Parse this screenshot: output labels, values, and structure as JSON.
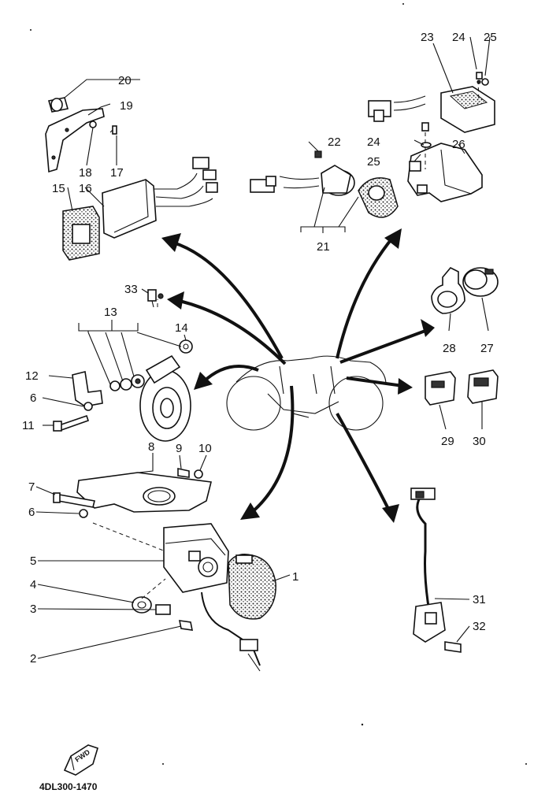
{
  "callouts": {
    "c1": "1",
    "c2": "2",
    "c3": "3",
    "c4": "4",
    "c5": "5",
    "c6a": "6",
    "c6b": "6",
    "c7": "7",
    "c8": "8",
    "c9": "9",
    "c10": "10",
    "c11": "11",
    "c12": "12",
    "c13": "13",
    "c14": "14",
    "c15": "15",
    "c16": "16",
    "c17": "17",
    "c18": "18",
    "c19": "19",
    "c20": "20",
    "c21": "21",
    "c22": "22",
    "c23": "23",
    "c24a": "24",
    "c24b": "24",
    "c25a": "25",
    "c25b": "25",
    "c26": "26",
    "c27": "27",
    "c28": "28",
    "c29": "29",
    "c30": "30",
    "c31": "31",
    "c32": "32",
    "c33": "33"
  },
  "drawing_code": "4DL300-1470",
  "fwd_label": "FWD"
}
